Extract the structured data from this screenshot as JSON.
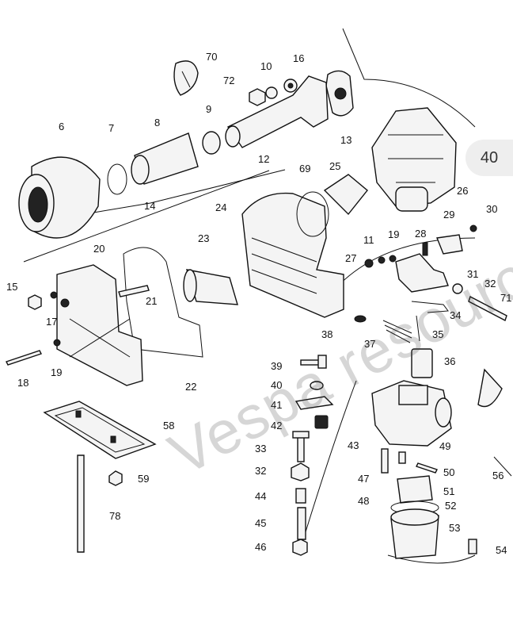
{
  "page_badge": "40",
  "watermark": "Vespa resources",
  "callouts": [
    "70",
    "10",
    "16",
    "72",
    "9",
    "6",
    "7",
    "8",
    "12",
    "13",
    "69",
    "25",
    "26",
    "14",
    "24",
    "23",
    "20",
    "11",
    "19",
    "28",
    "29",
    "30",
    "27",
    "31",
    "32",
    "15",
    "21",
    "17",
    "71",
    "34",
    "38",
    "37",
    "35",
    "18",
    "19",
    "22",
    "36",
    "39",
    "40",
    "41",
    "58",
    "42",
    "43",
    "49",
    "33",
    "50",
    "47",
    "56",
    "59",
    "32",
    "51",
    "48",
    "44",
    "52",
    "45",
    "78",
    "53",
    "46",
    "54"
  ]
}
